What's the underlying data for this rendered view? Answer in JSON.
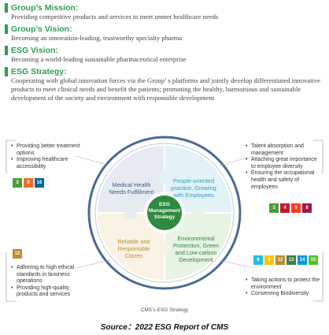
{
  "statements": {
    "mission_title": "Group’s Mission:",
    "mission_text": "Providing competitive products and services to meet unmet healthcare needs",
    "vision_title": "Group’s Vision:",
    "vision_text": "Becoming an innovation-leading, trustworthy specialty pharma",
    "esg_vision_title": "ESG Vision:",
    "esg_vision_text": "Becoming a world-leading sustainable pharmaceutical enterprise",
    "esg_strategy_title": "ESG Strategy:",
    "esg_strategy_text": "Cooperating with global innovation forces via the Group’ s platforms and jointly develop differentiated innovative products to meet clinical needs and benefit the patients; promoting the healthy, harmonious and sustainable development of the society and environment with responsible development"
  },
  "diagram": {
    "core": "ESG Management Strategy",
    "quadrants": {
      "top_left": "Medical Health Needs Fulfillment",
      "top_right": "People-oriented practice, Growing with Employees",
      "bottom_left": "Reliable and Responsible Citizen",
      "bottom_right": "Environmental Protection, Green and Low-carbon Development"
    },
    "callouts": {
      "top_left": [
        "Providing better treatment options",
        "Improving healthcare accessibility"
      ],
      "top_right": [
        "Talent absorption and management",
        "Attaching great importance to employee diversity",
        "Ensuring the occupational health and safety of employees"
      ],
      "bottom_left": [
        "Adhering to high ethical standards in business operations",
        "Providing high-quality products and services"
      ],
      "bottom_right": [
        "Taking actions to protect the environment",
        "Conserving Biodiversity"
      ]
    },
    "sdg_icons": {
      "top_left": [
        {
          "n": "3",
          "color": "#4c9f38"
        },
        {
          "n": "9",
          "color": "#f36d25"
        },
        {
          "n": "16",
          "color": "#00689d"
        }
      ],
      "top_right": [
        {
          "n": "3",
          "color": "#4c9f38"
        },
        {
          "n": "4",
          "color": "#c5192d"
        },
        {
          "n": "5",
          "color": "#ff3a21"
        },
        {
          "n": "8",
          "color": "#a21942"
        }
      ],
      "bottom_left": [
        {
          "n": "12",
          "color": "#bf8b2e"
        }
      ],
      "bottom_right": [
        {
          "n": "6",
          "color": "#26bde2"
        },
        {
          "n": "7",
          "color": "#fcc30b"
        },
        {
          "n": "12",
          "color": "#bf8b2e"
        },
        {
          "n": "13",
          "color": "#3f7e44"
        },
        {
          "n": "14",
          "color": "#0a97d9"
        },
        {
          "n": "15",
          "color": "#56c02b"
        }
      ]
    },
    "caption": "CMS’s ESG Strategy"
  },
  "source": "Source：2022 ESG Report of CMS",
  "colors": {
    "accent_green": "#2e9c58",
    "quad_top_left": "#e6ebf2",
    "quad_top_right": "#e2f2f7",
    "quad_bottom_left": "#faf2e3",
    "quad_bottom_right": "#e7f3e4",
    "ring": "#4a6a96",
    "core": "#2e8a3e"
  }
}
